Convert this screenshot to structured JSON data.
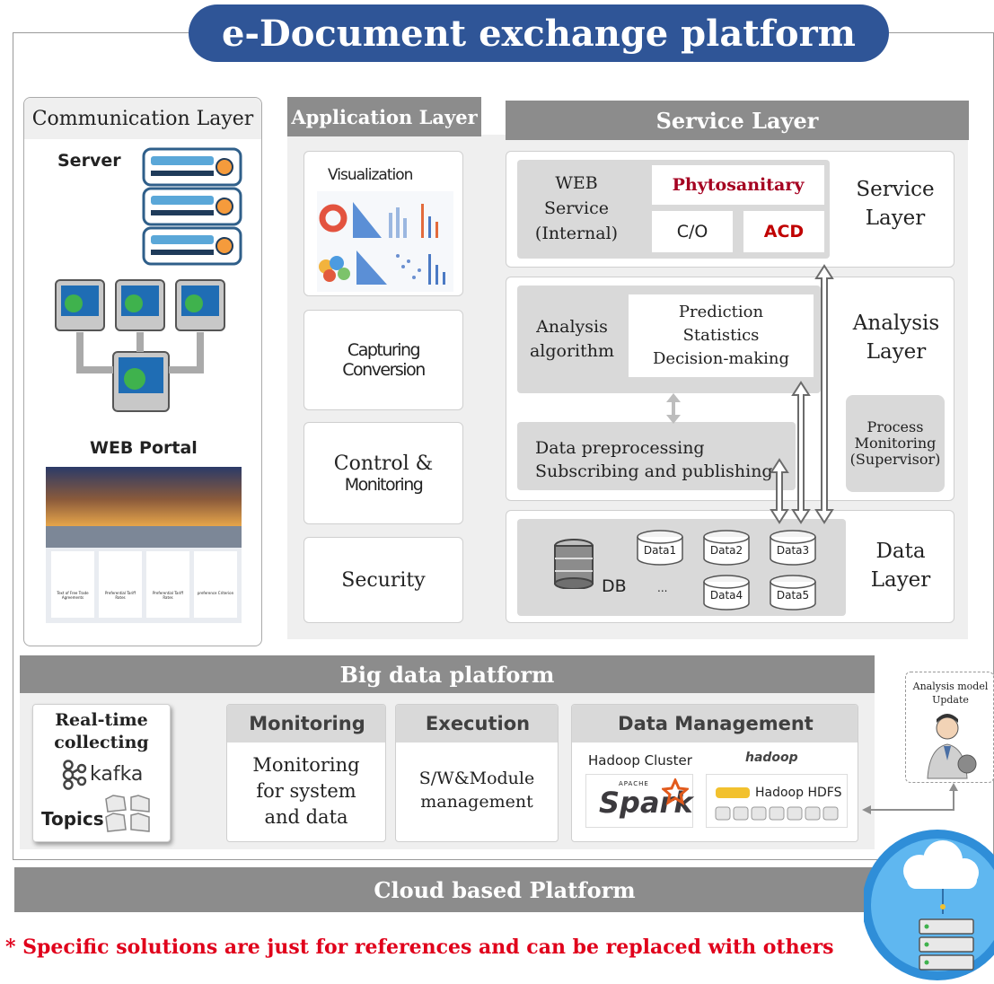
{
  "title": "e-Document exchange platform",
  "communication": {
    "header": "Communication Layer",
    "server_label": "Server",
    "portal_label": "WEB Portal",
    "portal_cards": [
      "Text of Free Trade Agreements",
      "Preferential Tariff Rates",
      "Preferential Tariff Rates",
      "preference Criterion"
    ]
  },
  "application": {
    "header": "Application Layer",
    "visualization": "Visualization",
    "capturing": "Capturing",
    "conversion": "Conversion",
    "control": "Control &",
    "monitoring": "Monitoring",
    "security": "Security"
  },
  "service": {
    "header": "Service Layer",
    "web_service": [
      "WEB",
      "Service",
      "(Internal)"
    ],
    "phytosanitary": "Phytosanitary",
    "co": "C/O",
    "acd": "ACD",
    "service_layer_label": [
      "Service",
      "Layer"
    ],
    "analysis_algorithm": [
      "Analysis",
      "algorithm"
    ],
    "prediction": [
      "Prediction",
      "Statistics",
      "Decision-making"
    ],
    "analysis_layer_label": [
      "Analysis",
      "Layer"
    ],
    "preprocessing": [
      "Data preprocessing",
      "Subscribing and publishing"
    ],
    "process_monitoring": [
      "Process",
      "Monitoring",
      "(Supervisor)"
    ],
    "db": "DB",
    "ellipsis": "...",
    "data_items": [
      "Data1",
      "Data2",
      "Data3",
      "Data4",
      "Data5"
    ],
    "data_layer_label": [
      "Data",
      "Layer"
    ]
  },
  "bigdata": {
    "header": "Big data platform",
    "realtime": [
      "Real-time",
      "collecting"
    ],
    "kafka": "kafka",
    "topics": "Topics",
    "monitoring_header": "Monitoring",
    "monitoring_body": [
      "Monitoring",
      "for system",
      "and data"
    ],
    "execution_header": "Execution",
    "execution_body": [
      "S/W&Module",
      "management"
    ],
    "dm_header": "Data Management",
    "hadoop_cluster": "Hadoop Cluster",
    "hadoop_logo": "hadoop",
    "spark_small": "APACHE",
    "spark": "Spark",
    "hdfs": "Hadoop HDFS"
  },
  "analysis_model": [
    "Analysis model",
    "Update"
  ],
  "cloud": "Cloud based Platform",
  "footnote": "* Specific solutions are just for references and can be replaced with others",
  "colors": {
    "title_blue": "#2f5597",
    "header_gray": "#8c8c8c",
    "red": "#c00000",
    "dark_red": "#a50021"
  }
}
